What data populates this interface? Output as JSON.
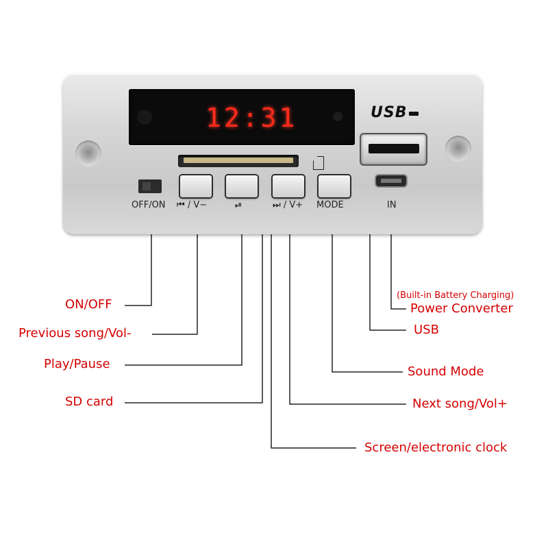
{
  "display": {
    "time": "12:31"
  },
  "usb_logo": "USB",
  "panel_labels": {
    "on_off": "OFF/ON",
    "prev": "⏮ / V−",
    "play": "⏯",
    "next": "⏭ / V+",
    "mode": "MODE",
    "in": "IN"
  },
  "callouts": {
    "on_off": "ON/OFF",
    "previous": "Previous song/Vol-",
    "play_pause": "Play/Pause",
    "sd_card": "SD card",
    "battery_note": "(Built-in Battery Charging)",
    "power_converter": "Power Converter",
    "usb": "USB",
    "sound_mode": "Sound Mode",
    "next": "Next song/Vol+",
    "screen": "Screen/electronic clock"
  },
  "colors": {
    "callout": "#d40000",
    "led": "#ff2a1a"
  }
}
